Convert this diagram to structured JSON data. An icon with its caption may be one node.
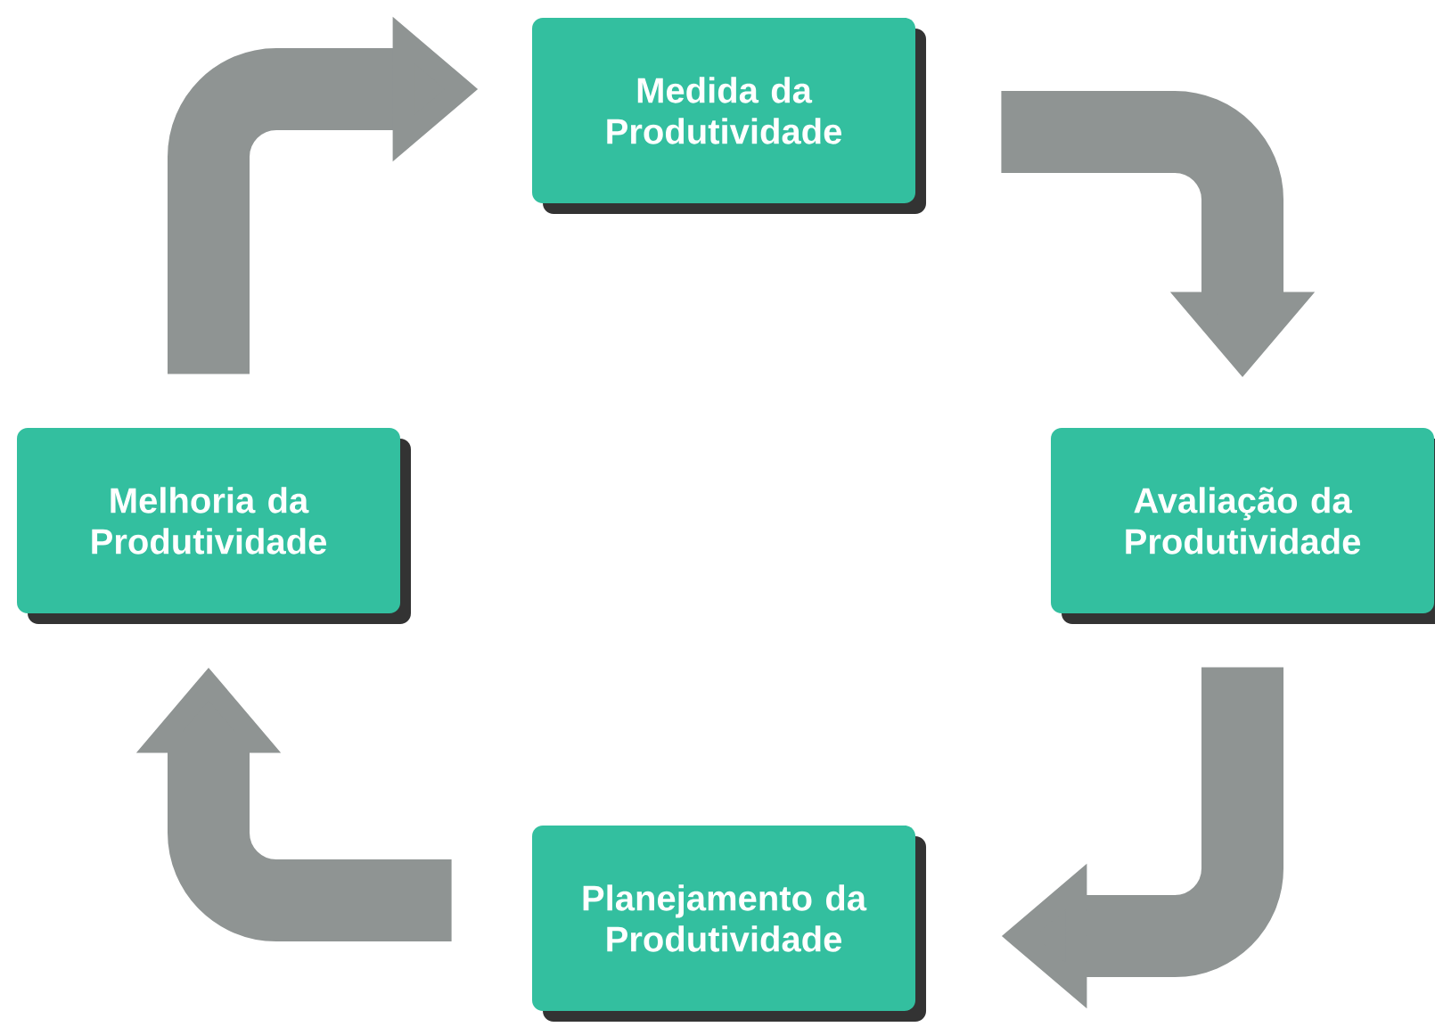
{
  "diagram": {
    "nodes": [
      {
        "text": [
          "Medida da Produtividade"
        ]
      },
      {
        "text": [
          "Avaliação da Produtividade"
        ]
      },
      {
        "text": [
          "Planejamento da Produtividade"
        ]
      },
      {
        "text": [
          "Melhoria da Produtividade"
        ]
      }
    ],
    "edges": [
      {
        "from": 0,
        "to": 1,
        "arrow": "to"
      },
      {
        "from": 1,
        "to": 2,
        "arrow": "to"
      },
      {
        "from": 2,
        "to": 3,
        "arrow": "to"
      },
      {
        "from": 3,
        "to": 0,
        "arrow": "to"
      }
    ]
  }
}
